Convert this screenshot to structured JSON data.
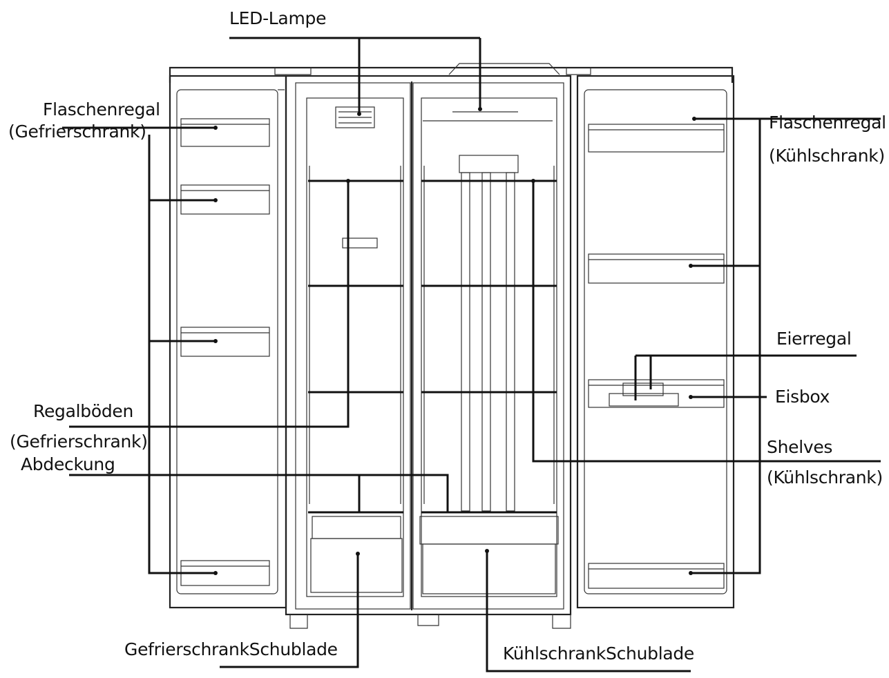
{
  "labels": {
    "led_lamp": "LED-Lampe",
    "bottle_shelf_freezer_1": "Flaschenregal",
    "bottle_shelf_freezer_2": "(Gefrierschrank)",
    "bottle_shelf_fridge_1": "Flaschenregal",
    "bottle_shelf_fridge_2": "(Kühlschrank)",
    "egg_tray": "Eierregal",
    "ice_box": "Eisbox",
    "shelves_fridge_1": "Shelves",
    "shelves_fridge_2": "(Kühlschrank)",
    "shelves_freezer_1": "Regalböden",
    "shelves_freezer_2": "(Gefrierschrank)",
    "cover": "Abdeckung",
    "freezer_drawer": "GefrierschrankSchublade",
    "fridge_drawer": "KühlschrankSchublade"
  }
}
